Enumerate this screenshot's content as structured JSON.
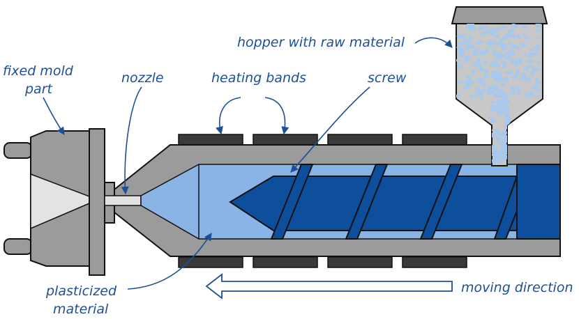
{
  "labels": {
    "fixed_mold_line1": "fixed mold",
    "fixed_mold_line2": "part",
    "nozzle": "nozzle",
    "heating_bands": "heating bands",
    "screw": "screw",
    "hopper": "hopper with raw material",
    "plasticized_line1": "plasticized",
    "plasticized_line2": "material",
    "moving_direction": "moving direction"
  },
  "colors": {
    "label_text": "#1e4f96",
    "outline": "#111111",
    "barrel_gray": "#9b9b9b",
    "light_gray": "#dcdcdc",
    "heating_band": "#3a3a3a",
    "melt_blue": "#8ab4e6",
    "screw_blue": "#0d4f9c",
    "pellet_blue": "#a8c8ec",
    "hopper_fill": "#c8c8c8"
  }
}
